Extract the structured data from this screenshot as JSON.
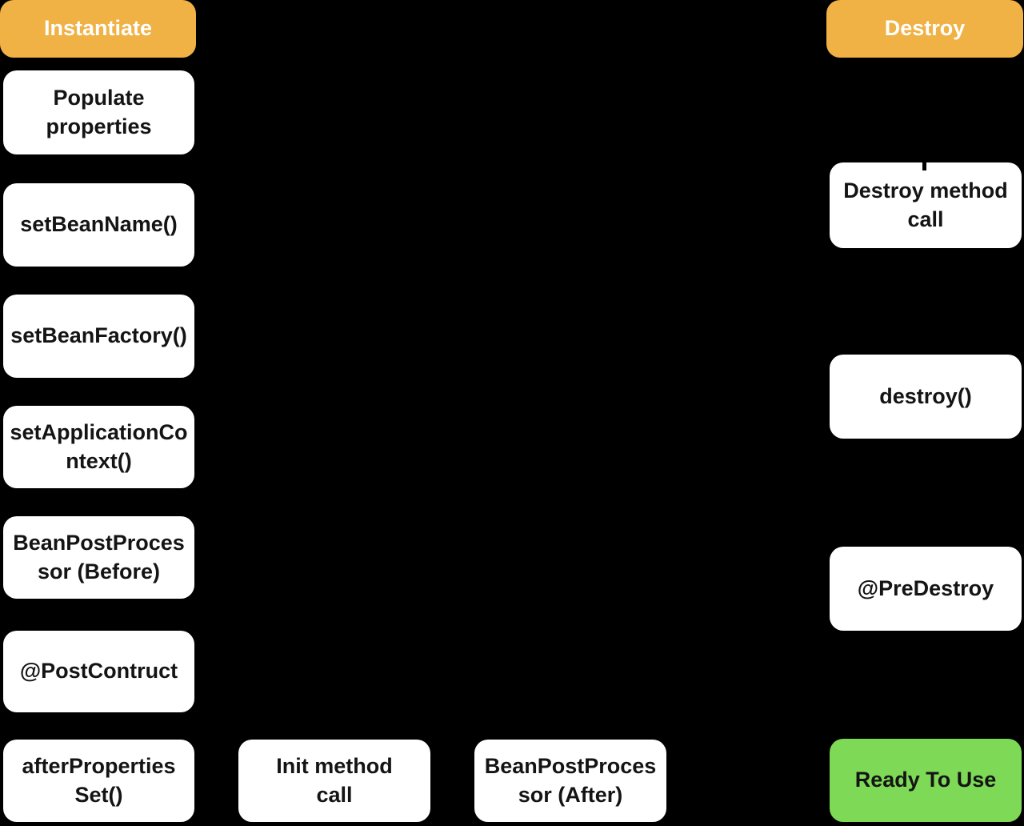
{
  "diagram": {
    "background_color": "#000000",
    "colors": {
      "stage_box": "#F0B145",
      "stage_text": "#FFFFFF",
      "step_box": "#FFFFFF",
      "step_text": "#141414",
      "ready_box": "#7ED957"
    },
    "nodes": {
      "instantiate": {
        "label": "Instantiate"
      },
      "populate_properties": {
        "label": "Populate\nproperties"
      },
      "set_bean_name": {
        "label": "setBeanName()"
      },
      "set_bean_factory": {
        "label": "setBeanFactory()"
      },
      "set_application_context": {
        "label": "setApplicationCo\nntext()"
      },
      "bean_post_processor_before": {
        "label": "BeanPostProces\nsor (Before)"
      },
      "post_contruct": {
        "label": "@PostContruct"
      },
      "after_properties_set": {
        "label": "afterProperties\nSet()"
      },
      "init_method_call": {
        "label": "Init method\ncall"
      },
      "bean_post_processor_after": {
        "label": "BeanPostProces\nsor (After)"
      },
      "ready_to_use": {
        "label": "Ready To Use"
      },
      "destroy_stage": {
        "label": "Destroy"
      },
      "destroy_method_call": {
        "label": "Destroy method\ncall"
      },
      "destroy_fn": {
        "label": "destroy()"
      },
      "pre_destroy": {
        "label": "@PreDestroy"
      }
    }
  }
}
